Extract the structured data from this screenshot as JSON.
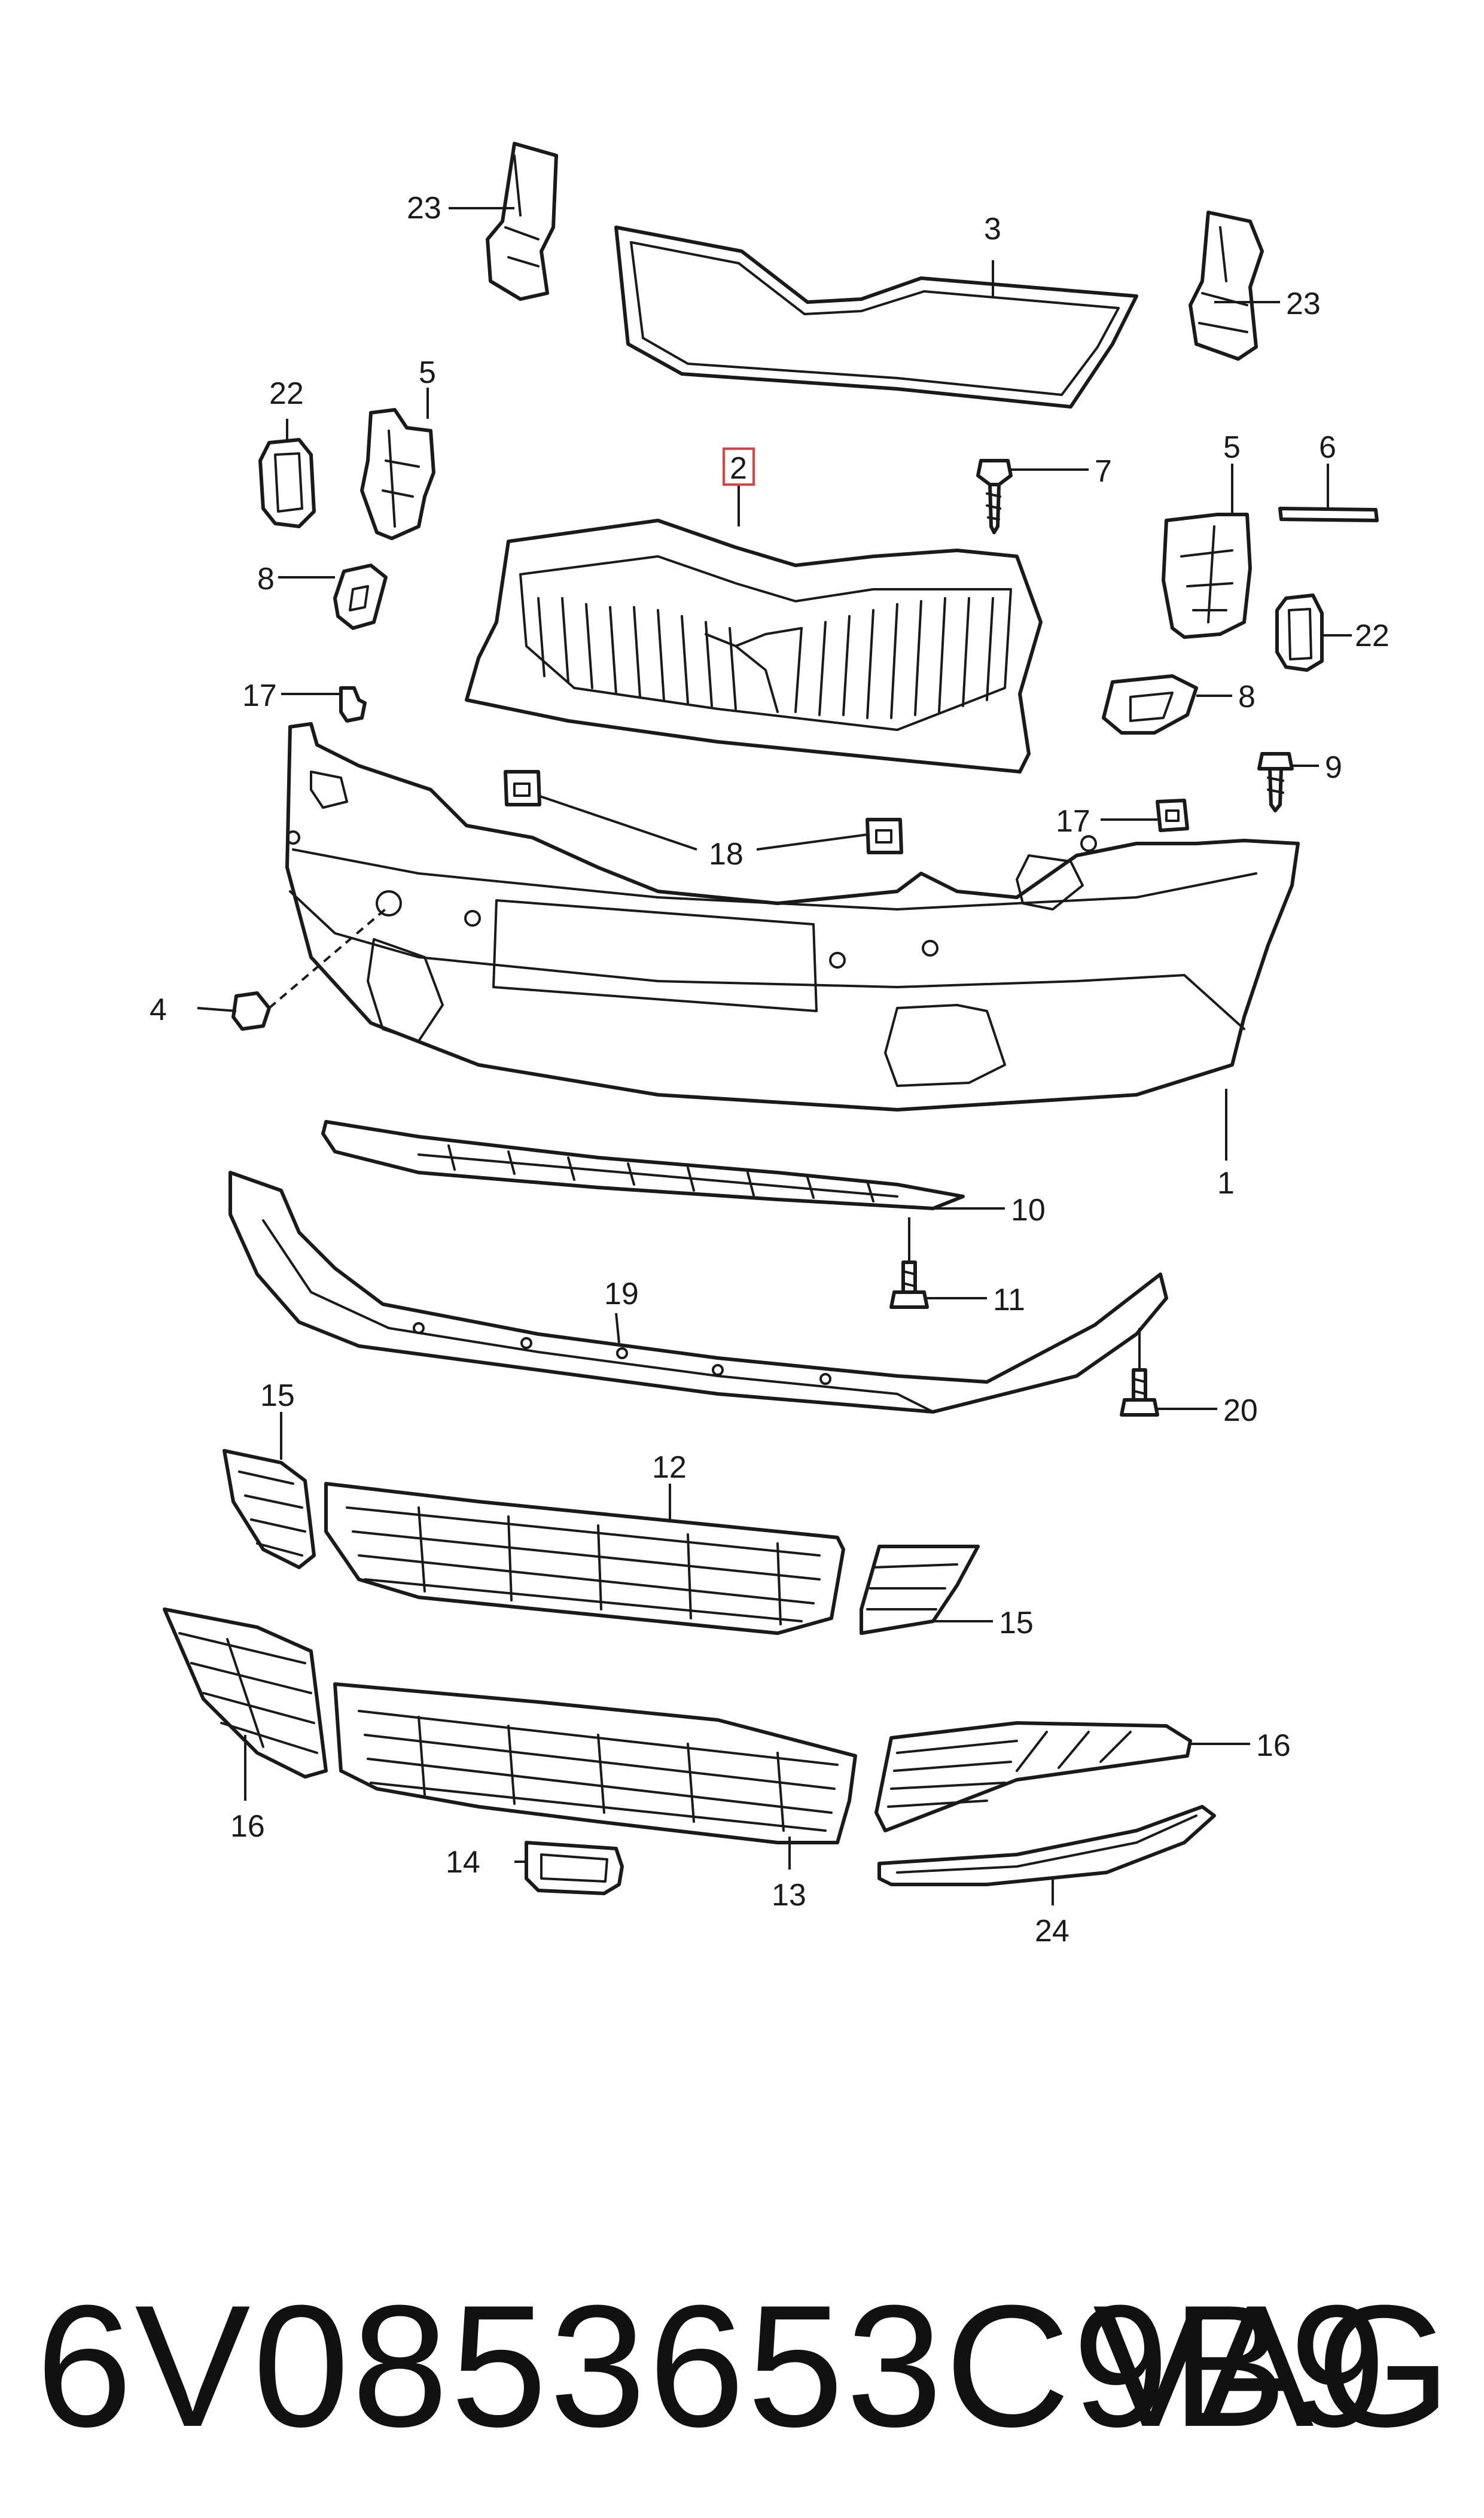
{
  "diagram": {
    "callouts": {
      "c1": "1",
      "c2": "2",
      "c3": "3",
      "c4": "4",
      "c5a": "5",
      "c5b": "5",
      "c6": "6",
      "c7": "7",
      "c8a": "8",
      "c8b": "8",
      "c9": "9",
      "c10": "10",
      "c11": "11",
      "c12": "12",
      "c13": "13",
      "c14": "14",
      "c15a": "15",
      "c15b": "15",
      "c16a": "16",
      "c16b": "16",
      "c17a": "17",
      "c17b": "17",
      "c18": "18",
      "c19": "19",
      "c20": "20",
      "c22a": "22",
      "c22b": "22",
      "c23a": "23",
      "c23b": "23",
      "c24": "24"
    },
    "highlighted_callout": "2",
    "line_color": "#1a1a1a",
    "highlight_color": "#e04040"
  },
  "footer": {
    "part_number": "6V0853653C9B9",
    "brand": "VAG"
  }
}
